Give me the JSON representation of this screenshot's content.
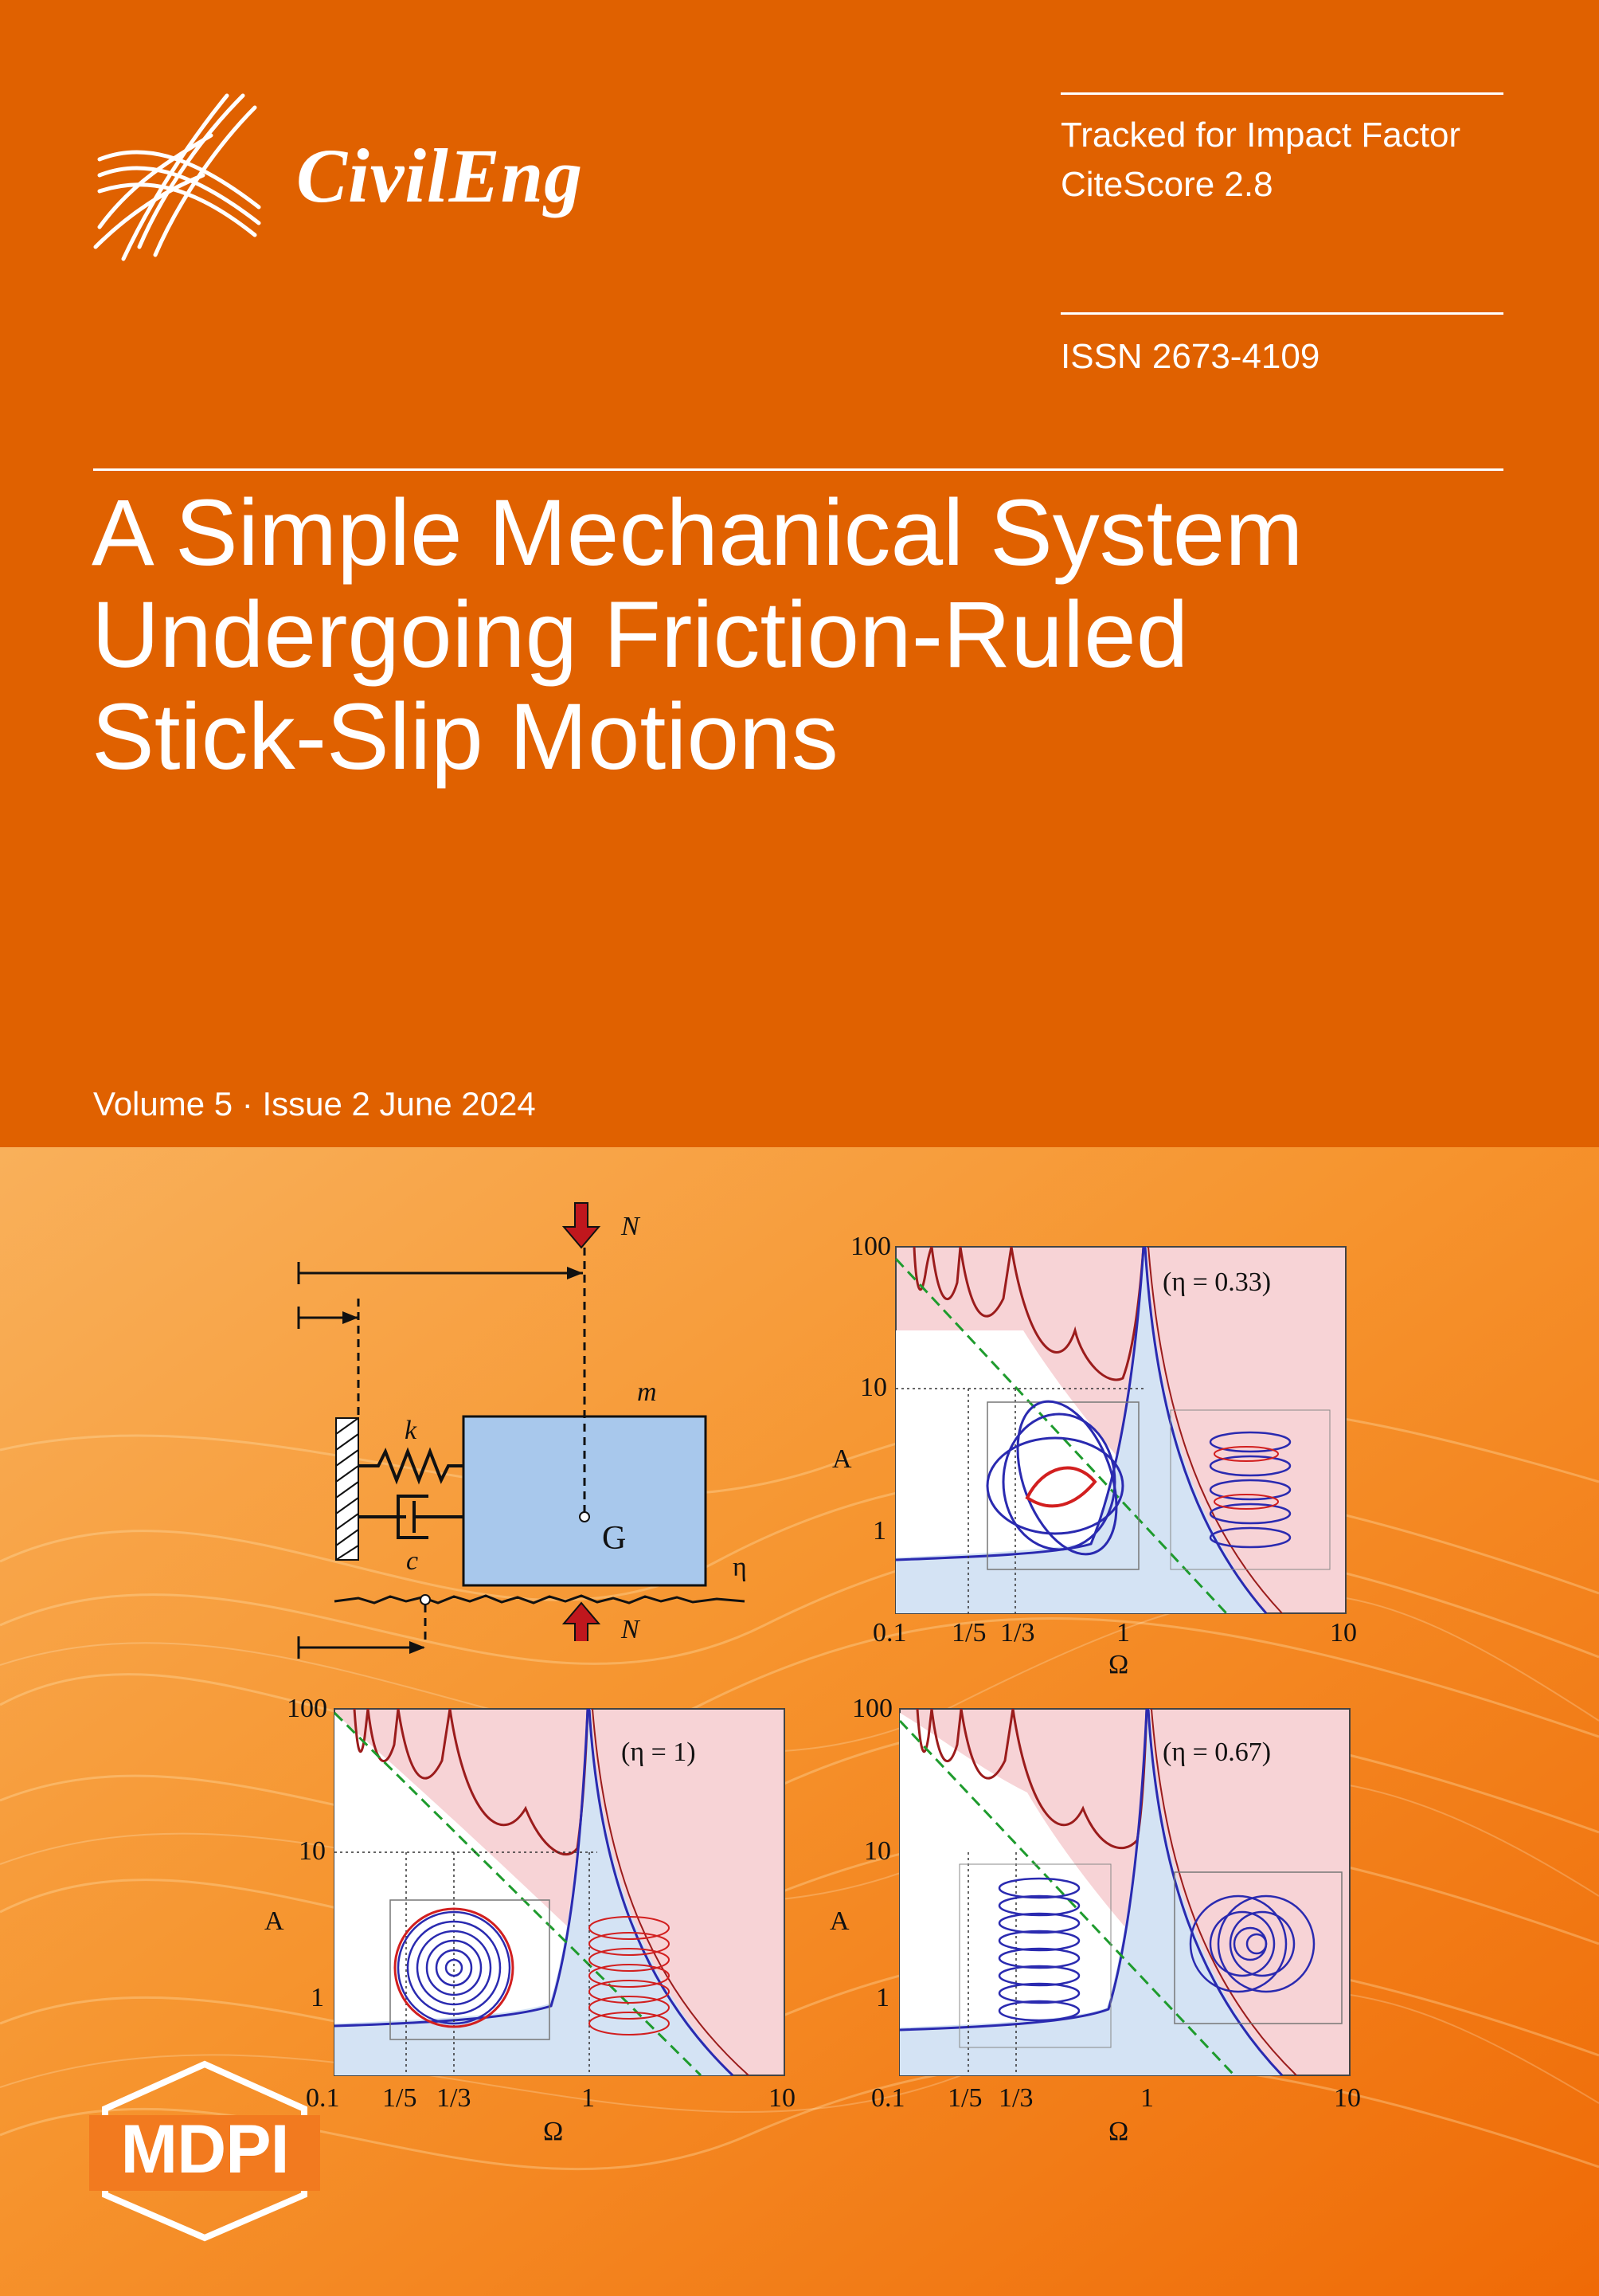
{
  "journal": {
    "name": "CivilEng",
    "logo_icon": "civileng-interchange-logo"
  },
  "metrics": {
    "tracking": "Tracked for Impact Factor",
    "citescore": "CiteScore 2.8",
    "issn": "ISSN 2673-4109"
  },
  "article": {
    "title_lines": [
      "A Simple Mechanical System",
      "Undergoing Friction-Ruled",
      "Stick-Slip Motions"
    ]
  },
  "issue": {
    "text": "Volume 5 · Issue 2 June 2024"
  },
  "figure": {
    "model": {
      "k": "k",
      "c": "c",
      "m": "m",
      "G": "G",
      "N_top": "N",
      "N_bottom": "N",
      "eta": "η"
    },
    "panels": [
      {
        "eta_label": "(η = 0.33)",
        "ylabel": "A",
        "xlabel": "Ω",
        "yticks": [
          "100",
          "10",
          "1"
        ],
        "xticks": [
          "0.1",
          "1/5",
          "1/3",
          "1",
          "10"
        ]
      },
      {
        "eta_label": "(η = 1)",
        "ylabel": "A",
        "xlabel": "Ω",
        "yticks": [
          "100",
          "10",
          "1"
        ],
        "xticks": [
          "0.1",
          "1/5",
          "1/3",
          "1",
          "10"
        ]
      },
      {
        "eta_label": "(η = 0.67)",
        "ylabel": "A",
        "xlabel": "Ω",
        "yticks": [
          "100",
          "10",
          "1"
        ],
        "xticks": [
          "0.1",
          "1/5",
          "1/3",
          "1",
          "10"
        ]
      }
    ]
  },
  "publisher": {
    "name": "MDPI",
    "logo_icon": "mdpi-hexagon-logo"
  },
  "colors": {
    "cover_orange": "#e06100",
    "plot_pink": "#f7d3d6",
    "plot_blue": "#d4e3f4",
    "curve_red": "#9b1c1c",
    "curve_blue": "#2a2ab0"
  }
}
